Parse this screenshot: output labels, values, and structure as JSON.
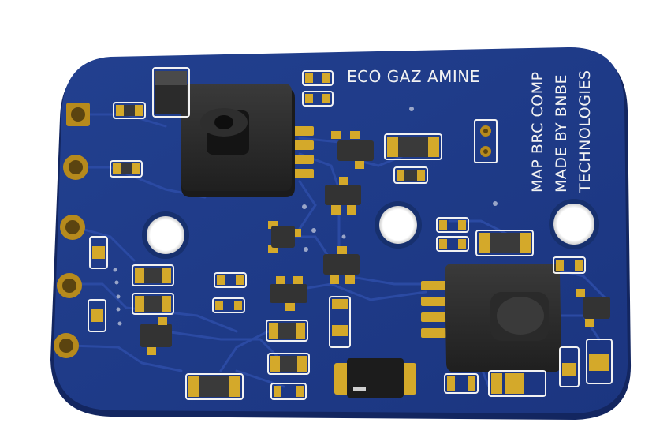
{
  "board": {
    "title": "ECO GAZ AMINE",
    "side_text": [
      "MAP BRC COMP",
      "MADE BY BNBE",
      "TECHNOLOGIES"
    ]
  },
  "colors": {
    "pcb": "#1e3a8a",
    "pcb_edge": "#15296a",
    "trace": "#27479e",
    "gold": "#c9a227",
    "silk": "#f2f2f2",
    "component": "#2b2b2b"
  }
}
